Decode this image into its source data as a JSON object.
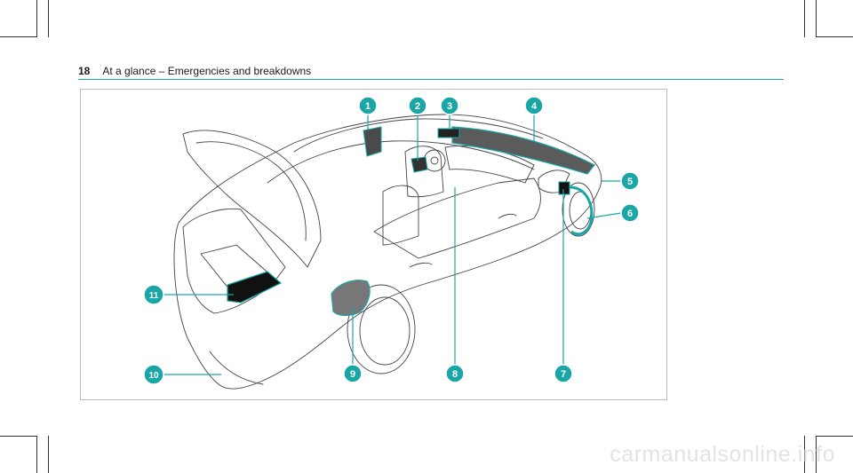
{
  "header": {
    "page_number": "18",
    "section_title": "At a glance – Emergencies and breakdowns"
  },
  "figure": {
    "accent_color": "#1aa6a6",
    "callouts": [
      "1",
      "2",
      "3",
      "4",
      "5",
      "6",
      "7",
      "8",
      "9",
      "10",
      "11"
    ]
  },
  "watermark": "carmanualsonline.info"
}
